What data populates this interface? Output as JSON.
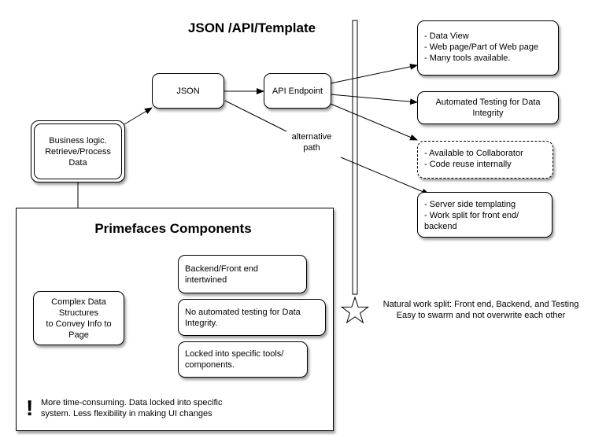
{
  "titles": {
    "top": "JSON /API/Template",
    "primefaces": "Primefaces Components"
  },
  "nodes": {
    "business": "Business logic.\nRetrieve/Process\nData",
    "json": "JSON",
    "api": "API Endpoint",
    "data_view": "- Data View\n- Web page/Part of Web page\n- Many tools available.",
    "automated_testing": "Automated Testing for Data\nIntegrity",
    "collaborator": "- Available to Collaborator\n- Code reuse internally",
    "server_side": "- Server side templating\n- Work split for front end/\nbackend",
    "complex": "Complex Data\nStructures\nto Convey Info to\nPage",
    "intertwined": "Backend/Front end\nintertwined",
    "no_testing": "No automated testing for Data\nIntegrity.",
    "locked": "Locked into specific tools/\ncomponents."
  },
  "labels": {
    "alternative_path": "alternative\npath",
    "natural_split": "Natural work split:  Front end, Backend, and Testing\nEasy to swarm and not overwrite each other",
    "more_time": "More time-consuming.  Data locked into specific\nsystem.  Less flexibility in making UI changes",
    "exclamation": "!"
  },
  "colors": {
    "line": "#000000",
    "shadow": "#9a9a9a",
    "bar_fill": "#ffffff"
  }
}
